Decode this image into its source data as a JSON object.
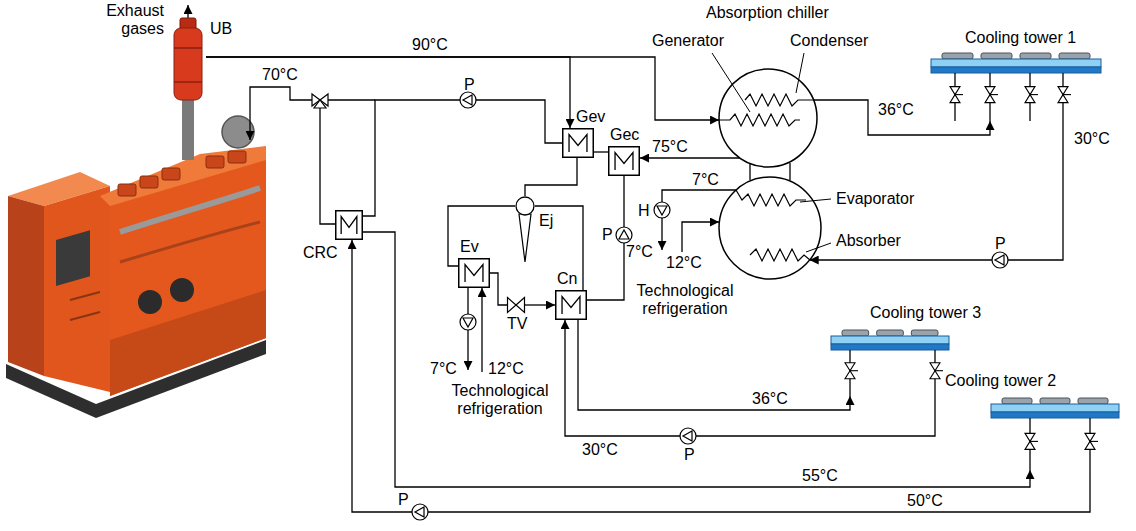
{
  "diagram": {
    "nodes": [
      {
        "text": [
          "UB"
        ]
      },
      {
        "text": [
          "Gev"
        ]
      },
      {
        "text": [
          "Gec"
        ]
      },
      {
        "text": [
          "Generator",
          "Condenser"
        ]
      },
      {
        "text": [
          "Cooling tower 1"
        ]
      },
      {
        "text": [
          "Ej"
        ]
      },
      {
        "text": [
          "Evaporator",
          "Absorber"
        ]
      },
      {
        "text": [
          "CRC"
        ]
      },
      {
        "text": [
          "Ev"
        ]
      },
      {
        "text": [
          "Cn"
        ]
      },
      {
        "text": [
          "TV"
        ]
      },
      {
        "text": [
          "Cooling tower 3"
        ]
      },
      {
        "text": [
          "Cooling tower 2"
        ]
      }
    ],
    "edges": [
      {
        "from": 0,
        "to": 3,
        "label": "90°C",
        "arrow": "to"
      },
      {
        "from": 0,
        "to": 1,
        "arrow": "to"
      },
      {
        "from": 3,
        "to": 2,
        "label": "75°C",
        "arrow": "to"
      },
      {
        "from": 3,
        "to": 4,
        "label": "36°C",
        "arrow": "to"
      },
      {
        "from": 4,
        "to": 6,
        "label": "30°C",
        "arrow": "to"
      },
      {
        "from": 1,
        "to": 5,
        "arrow": "none"
      },
      {
        "from": 2,
        "to": 1,
        "arrow": "none"
      },
      {
        "from": 1,
        "to": 7,
        "arrow": "none"
      },
      {
        "from": 8,
        "to": 5,
        "arrow": "none"
      },
      {
        "from": 5,
        "to": 9,
        "arrow": "none"
      },
      {
        "from": 8,
        "to": 10,
        "arrow": "none"
      },
      {
        "from": 10,
        "to": 9,
        "arrow": "to"
      },
      {
        "from": 9,
        "to": 2,
        "arrow": "none"
      },
      {
        "from": 9,
        "to": 11,
        "label": "36°C",
        "arrow": "to"
      },
      {
        "from": 11,
        "to": 9,
        "label": "30°C",
        "arrow": "to"
      },
      {
        "from": 7,
        "to": 12,
        "label": "55°C",
        "arrow": "to"
      },
      {
        "from": 12,
        "to": 7,
        "label": "50°C",
        "arrow": "to"
      }
    ],
    "labels": [
      "Exhaust gases",
      "Absorption chiller",
      "70°C",
      "P",
      "7°C",
      "H",
      "P",
      "P",
      "7°C",
      "12°C",
      "Technological refrigeration",
      "7°C",
      "12°C",
      "Technological refrigeration",
      "P",
      "P"
    ]
  }
}
